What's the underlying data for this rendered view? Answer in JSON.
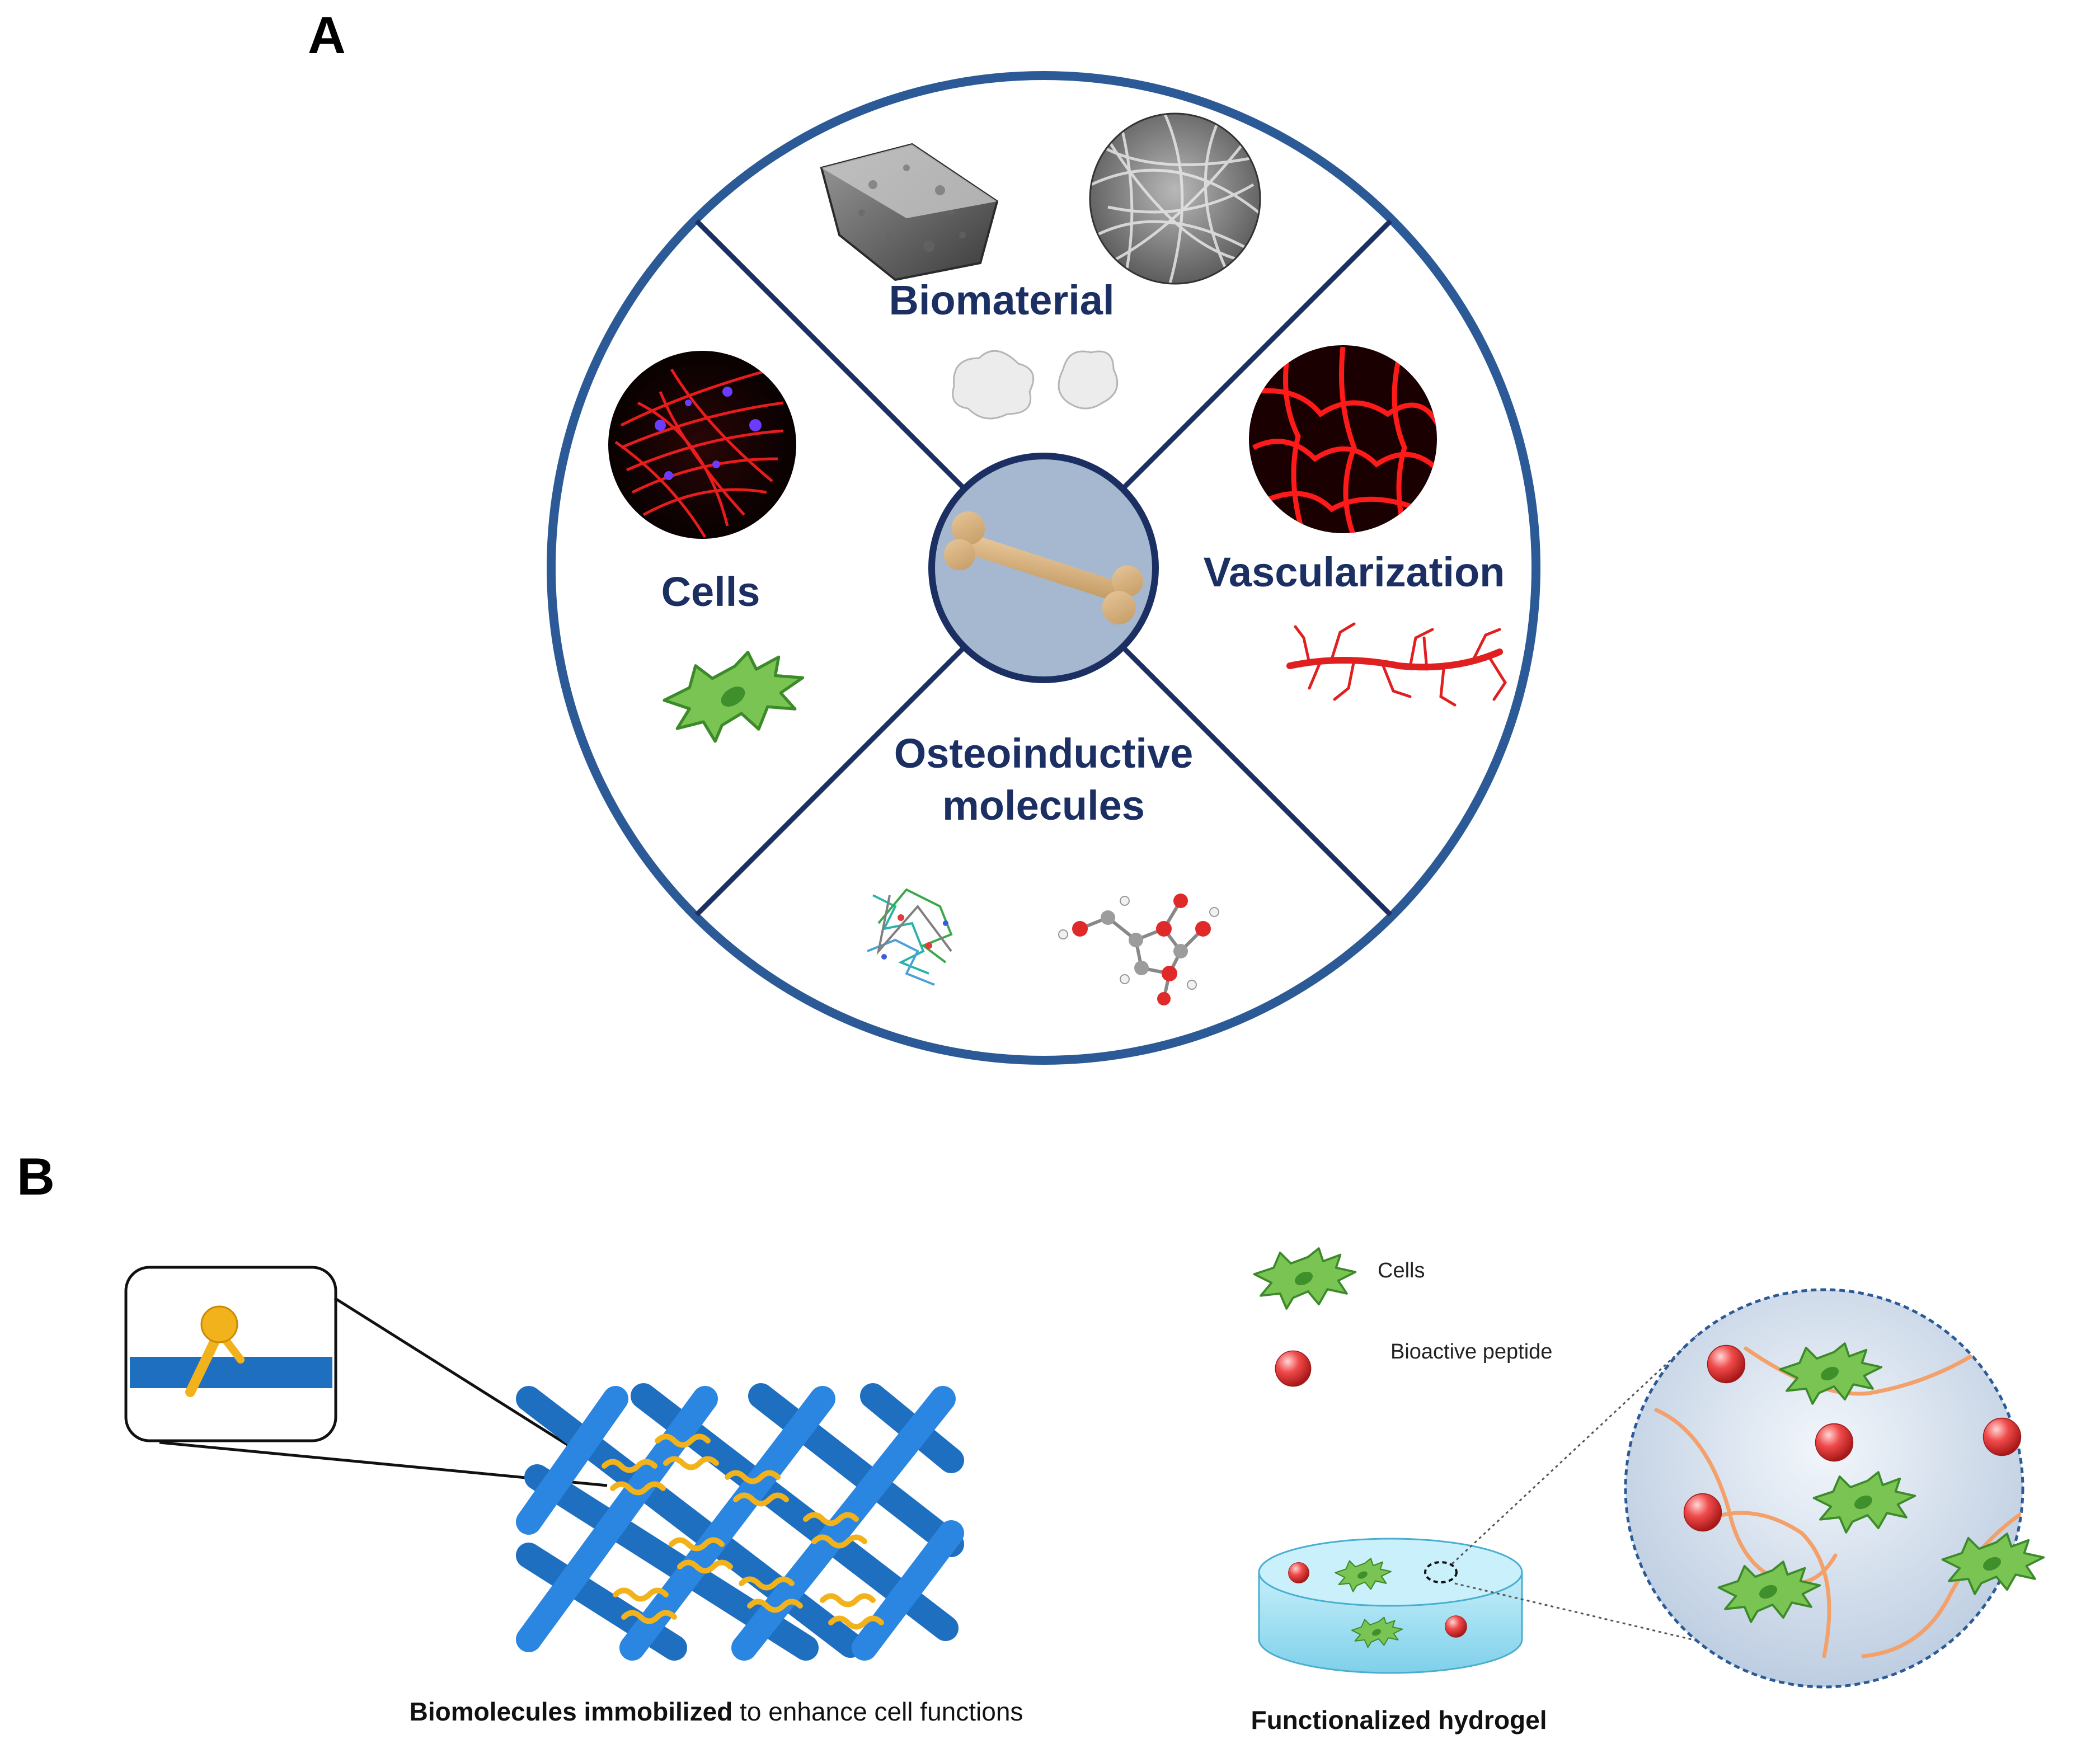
{
  "panel_a": {
    "label": "A",
    "center_icon": "bone-icon",
    "sectors": [
      {
        "key": "biomaterial",
        "label": "Biomaterial"
      },
      {
        "key": "cells",
        "label": "Cells"
      },
      {
        "key": "vascularization",
        "label": "Vascularization"
      },
      {
        "key": "osteoinductive",
        "label_line1": "Osteoinductive",
        "label_line2": "molecules"
      }
    ]
  },
  "panel_b": {
    "label": "B",
    "legend": {
      "cells": "Cells",
      "peptide": "Bioactive peptide"
    },
    "left_caption": {
      "bold": "Biomolecules immobilized",
      "rest": " to enhance cell functions"
    },
    "right_caption": "Functionalized hydrogel"
  },
  "colors": {
    "ring_blue": "#2b5a96",
    "sector_text": "#1b2f63",
    "scaffold_blue": "#1f6fc1",
    "tether_yellow": "#f2b21b",
    "cell_green": "#6fbe4b",
    "peptide_red": "#e53935",
    "fiber_orange": "#f4a06a",
    "hydrogel_cyan": "#a9e3f3"
  }
}
